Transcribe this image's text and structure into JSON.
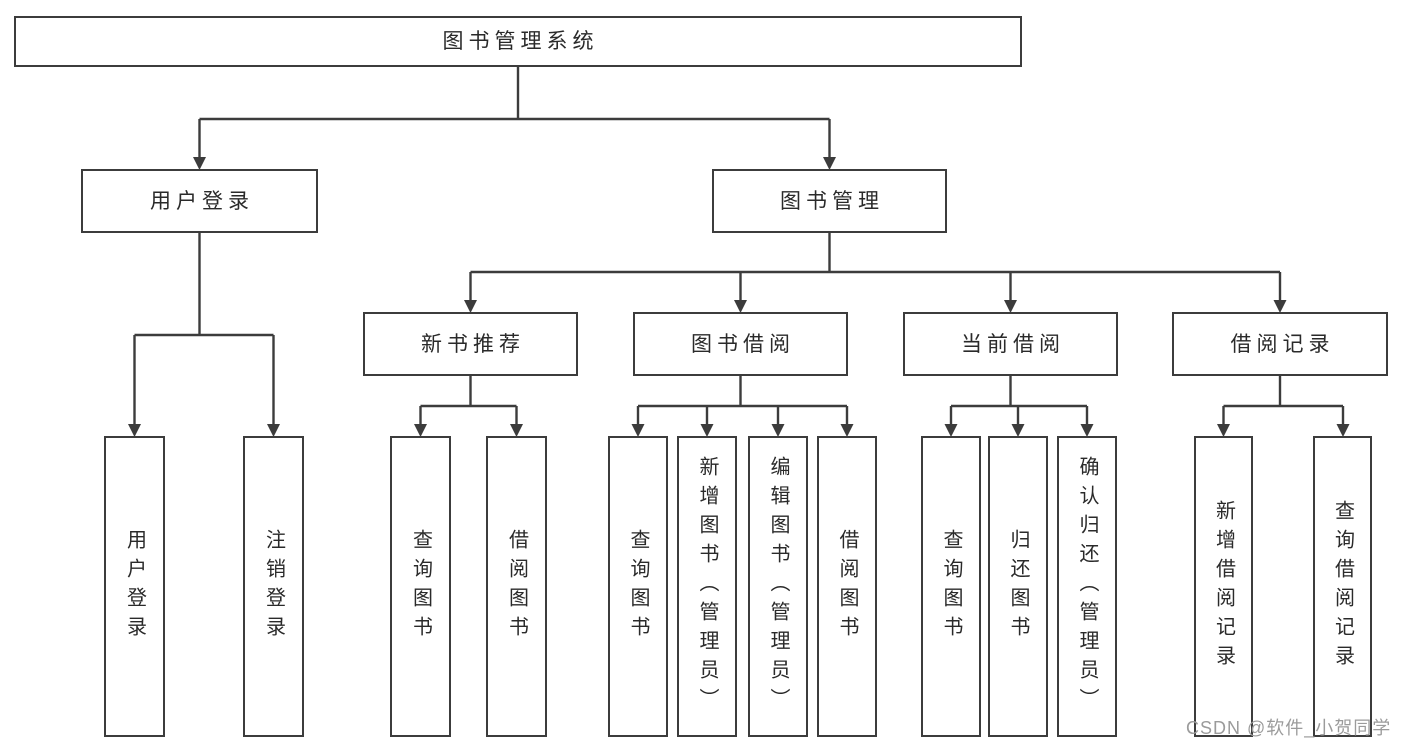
{
  "diagram": {
    "root": {
      "label": "图书管理系统"
    },
    "branches": [
      {
        "label": "用户登录",
        "children": [
          {
            "label": "用户登录"
          },
          {
            "label": "注销登录"
          }
        ]
      },
      {
        "label": "图书管理",
        "children": [
          {
            "label": "新书推荐",
            "children": [
              {
                "label": "查询图书"
              },
              {
                "label": "借阅图书"
              }
            ]
          },
          {
            "label": "图书借阅",
            "children": [
              {
                "label": "查询图书"
              },
              {
                "label": "新增图书（管理员）"
              },
              {
                "label": "编辑图书（管理员）"
              },
              {
                "label": "借阅图书"
              }
            ]
          },
          {
            "label": "当前借阅",
            "children": [
              {
                "label": "查询图书"
              },
              {
                "label": "归还图书"
              },
              {
                "label": "确认归还（管理员）"
              }
            ]
          },
          {
            "label": "借阅记录",
            "children": [
              {
                "label": "新增借阅记录"
              },
              {
                "label": "查询借阅记录"
              }
            ]
          }
        ]
      }
    ]
  },
  "watermark": {
    "text": "CSDN @软件_小贺同学"
  },
  "colors": {
    "line": "#3c3c3c",
    "text": "#2a2a2a",
    "watermark": "#9b9b9b",
    "background": "#ffffff"
  }
}
